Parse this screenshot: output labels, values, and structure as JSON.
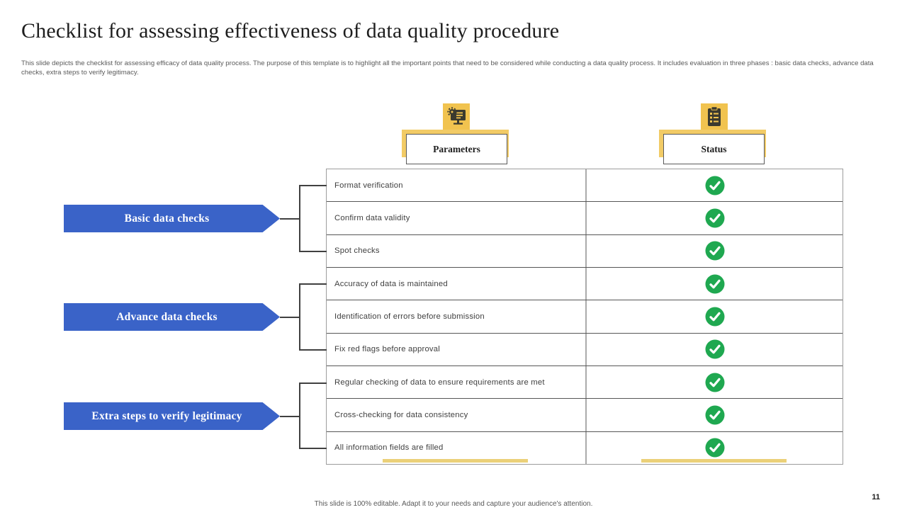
{
  "slide": {
    "title": "Checklist for assessing effectiveness of data quality procedure",
    "subtitle": "This slide depicts the checklist for assessing efficacy of data quality process. The purpose of this template is to highlight all the important points that need to be considered while conducting a data quality process. It includes evaluation in three phases : basic data checks, advance data checks, extra steps to verify legitimacy.",
    "footer": "This slide is 100% editable. Adapt it to your needs and capture your audience's attention.",
    "page_number": "11"
  },
  "columns": [
    {
      "label": "Parameters",
      "icon": "monitor-settings-icon"
    },
    {
      "label": "Status",
      "icon": "clipboard-checklist-icon"
    }
  ],
  "groups": [
    {
      "label": "Basic data checks",
      "rows": [
        0,
        1,
        2
      ]
    },
    {
      "label": "Advance data checks",
      "rows": [
        3,
        4,
        5
      ]
    },
    {
      "label": "Extra steps to verify legitimacy",
      "rows": [
        6,
        7,
        8
      ]
    }
  ],
  "table": {
    "rows": [
      {
        "parameter": "Format verification",
        "status": "checked"
      },
      {
        "parameter": "Confirm data validity",
        "status": "checked"
      },
      {
        "parameter": "Spot checks",
        "status": "checked"
      },
      {
        "parameter": "Accuracy of data is maintained",
        "status": "checked"
      },
      {
        "parameter": "Identification of errors before submission",
        "status": "checked"
      },
      {
        "parameter": "Fix red flags before approval",
        "status": "checked"
      },
      {
        "parameter": "Regular checking of data to ensure requirements are met",
        "status": "checked"
      },
      {
        "parameter": "Cross-checking for data consistency",
        "status": "checked"
      },
      {
        "parameter": "All information fields are filled",
        "status": "checked"
      }
    ]
  },
  "colors": {
    "accent_blue": "#3A63C8",
    "accent_yellow": "#F1C34F",
    "accent_yellow_light": "#EBD079",
    "status_green": "#1FA850"
  }
}
